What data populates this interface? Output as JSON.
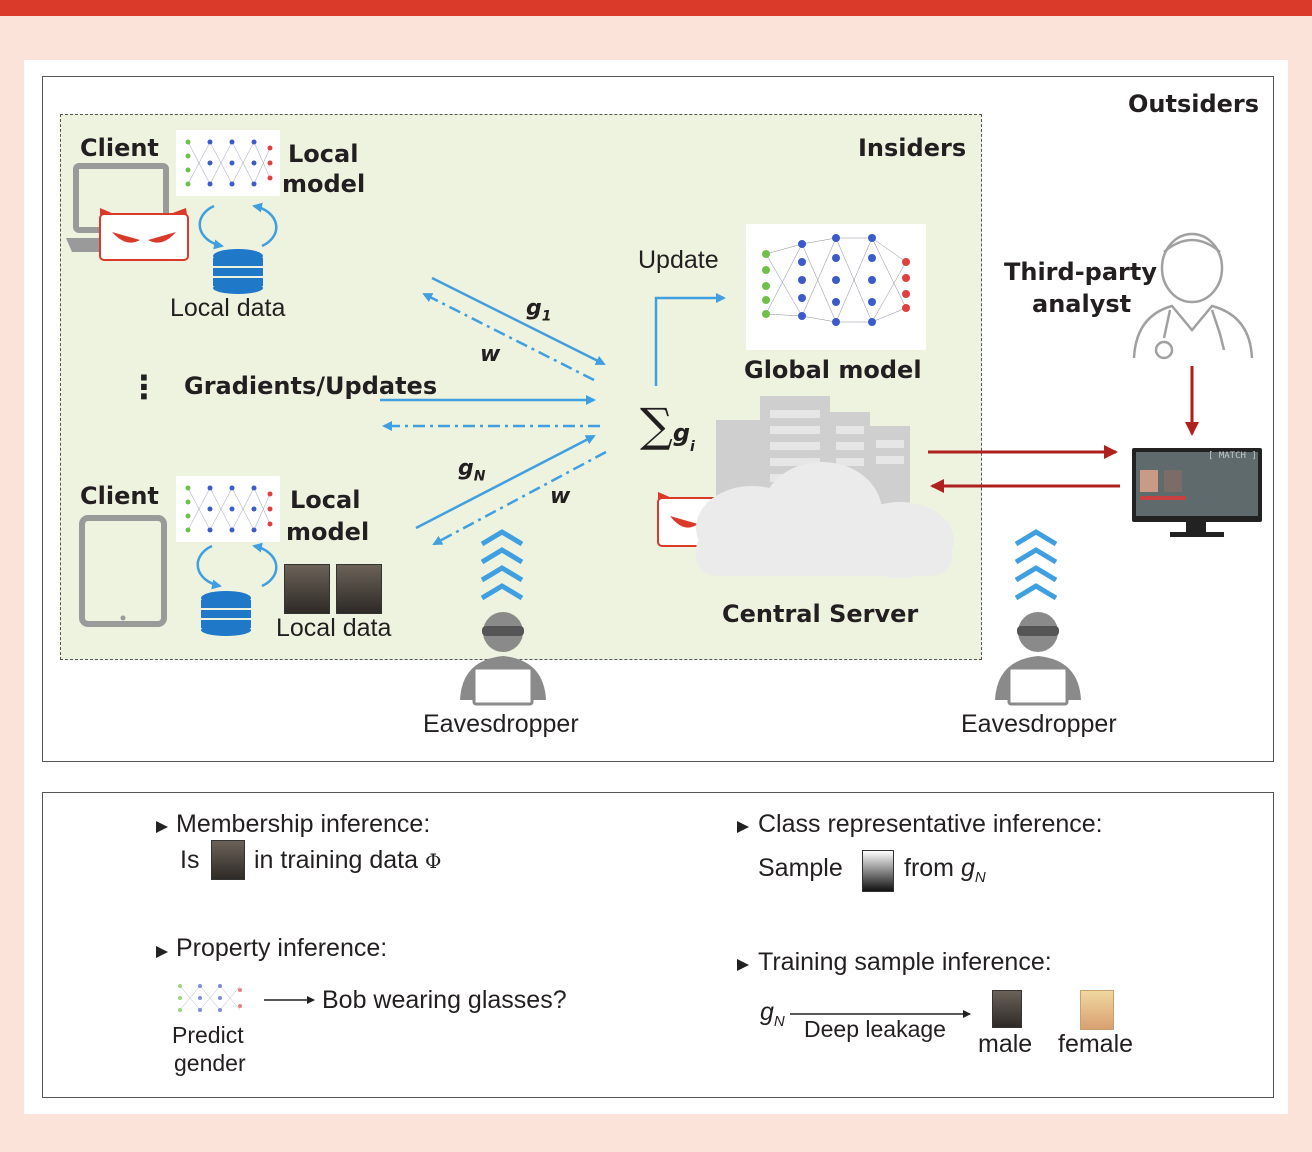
{
  "labels": {
    "outsiders": "Outsiders",
    "insiders": "Insiders",
    "client_top": "Client",
    "local_model_top_1": "Local",
    "local_model_top_2": "model",
    "local_data_top": "Local data",
    "client_bottom": "Client",
    "local_model_bottom_1": "Local",
    "local_model_bottom_2": "model",
    "local_data_bottom": "Local data",
    "ellipsis": "⋮",
    "gradients_updates": "Gradients/Updates",
    "g1": "g",
    "g1_sub": "1",
    "w_top": "w",
    "gN": "g",
    "gN_sub": "N",
    "w_bottom": "w",
    "update": "Update",
    "global_model": "Global model",
    "sigma": "∑",
    "sigma_g": "g",
    "sigma_sub": "i",
    "central_server": "Central Server",
    "third_party_1": "Third-party",
    "third_party_2": "analyst",
    "eavesdropper_left": "Eavesdropper",
    "eavesdropper_right": "Eavesdropper",
    "monitor_text": "[ MATCH ]"
  },
  "legend": {
    "membership_title": "Membership inference:",
    "membership_is": "Is",
    "membership_rest": "in training data",
    "membership_phi": "Φ",
    "property_title": "Property inference:",
    "property_predict_1": "Predict",
    "property_predict_2": "gender",
    "property_question": "Bob wearing glasses?",
    "class_title": "Class representative inference:",
    "class_sample": "Sample",
    "class_from": "from",
    "class_g": "g",
    "class_sub": "N",
    "training_title": "Training sample inference:",
    "training_g": "g",
    "training_sub": "N",
    "training_arrow": "Deep leakage",
    "training_male": "male",
    "training_female": "female",
    "bullet": "▸"
  },
  "colors": {
    "brand_red": "#d93a2a",
    "arrow_blue": "#3f9fe0",
    "arrow_red": "#b0201f",
    "insiders_bg": "#eef3df",
    "page_bg": "#fbe3da"
  }
}
